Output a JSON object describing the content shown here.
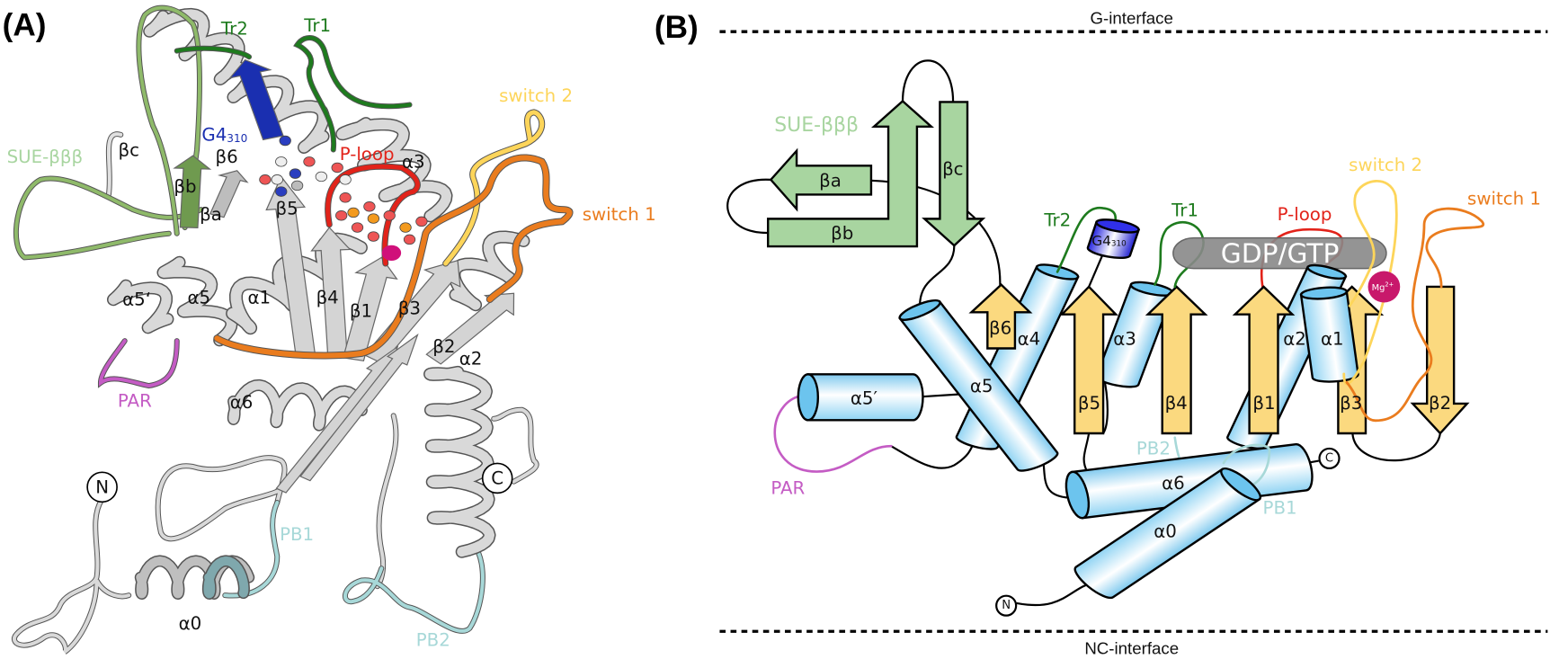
{
  "panel_a": {
    "label": "(A)",
    "tr2": "Tr2",
    "tr1": "Tr1",
    "switch2": "switch 2",
    "switch1": "switch 1",
    "g4": {
      "main": "G4",
      "sub": "310"
    },
    "sue": "SUE-βββ",
    "beta_c": "βc",
    "beta_6": "β6",
    "p_loop": "P-loop",
    "alpha_3": "α3",
    "beta_b": "βb",
    "beta_a": "βa",
    "beta_5": "β5",
    "alpha_5p": "α5‘",
    "alpha_5": "α5",
    "alpha_1": "α1",
    "beta_4": "β4",
    "beta_1": "β1",
    "beta_3": "β3",
    "beta_2": "β2",
    "alpha_2": "α2",
    "par": "PAR",
    "alpha_6": "α6",
    "n_term": "N",
    "c_term": "C",
    "pb1": "PB1",
    "alpha_0": "α0",
    "pb2": "PB2"
  },
  "panel_b": {
    "label": "(B)",
    "g_interface": "G-interface",
    "nc_interface": "NC-interface",
    "sue": "SUE-βββ",
    "beta_a": "βa",
    "beta_b": "βb",
    "beta_c": "βc",
    "tr2": "Tr2",
    "tr1": "Tr1",
    "p_loop": "P-loop",
    "switch2": "switch 2",
    "switch1": "switch 1",
    "g4": {
      "main": "G4",
      "sub": "310"
    },
    "nucleotide": "GDP/GTP",
    "mg": {
      "main": "Mg",
      "sup": "2+"
    },
    "beta_6": "β6",
    "alpha_4": "α4",
    "beta_5": "β5",
    "alpha_3": "α3",
    "beta_4": "β4",
    "beta_1": "β1",
    "alpha_2": "α2",
    "alpha_1": "α1",
    "beta_3": "β3",
    "beta_2": "β2",
    "alpha_5": "α5",
    "alpha_5p": "α5′",
    "alpha_6": "α6",
    "alpha_0": "α0",
    "pb2": "PB2",
    "pb1": "PB1",
    "par": "PAR",
    "c_term": "C",
    "n_term": "N"
  },
  "colors": {
    "sue": "#a8d5a0",
    "tr": "#1e7b1e",
    "g4": "#1a2fb0",
    "p_loop": "#e2231a",
    "switch2": "#fdd55a",
    "switch1": "#ea7c1e",
    "pb": "#a7d8d8",
    "par": "#c45cc4",
    "helix": "#a8dcf5",
    "strand": "#fbd97f",
    "mg": "#c8186b",
    "nucleotide": "#888888"
  }
}
